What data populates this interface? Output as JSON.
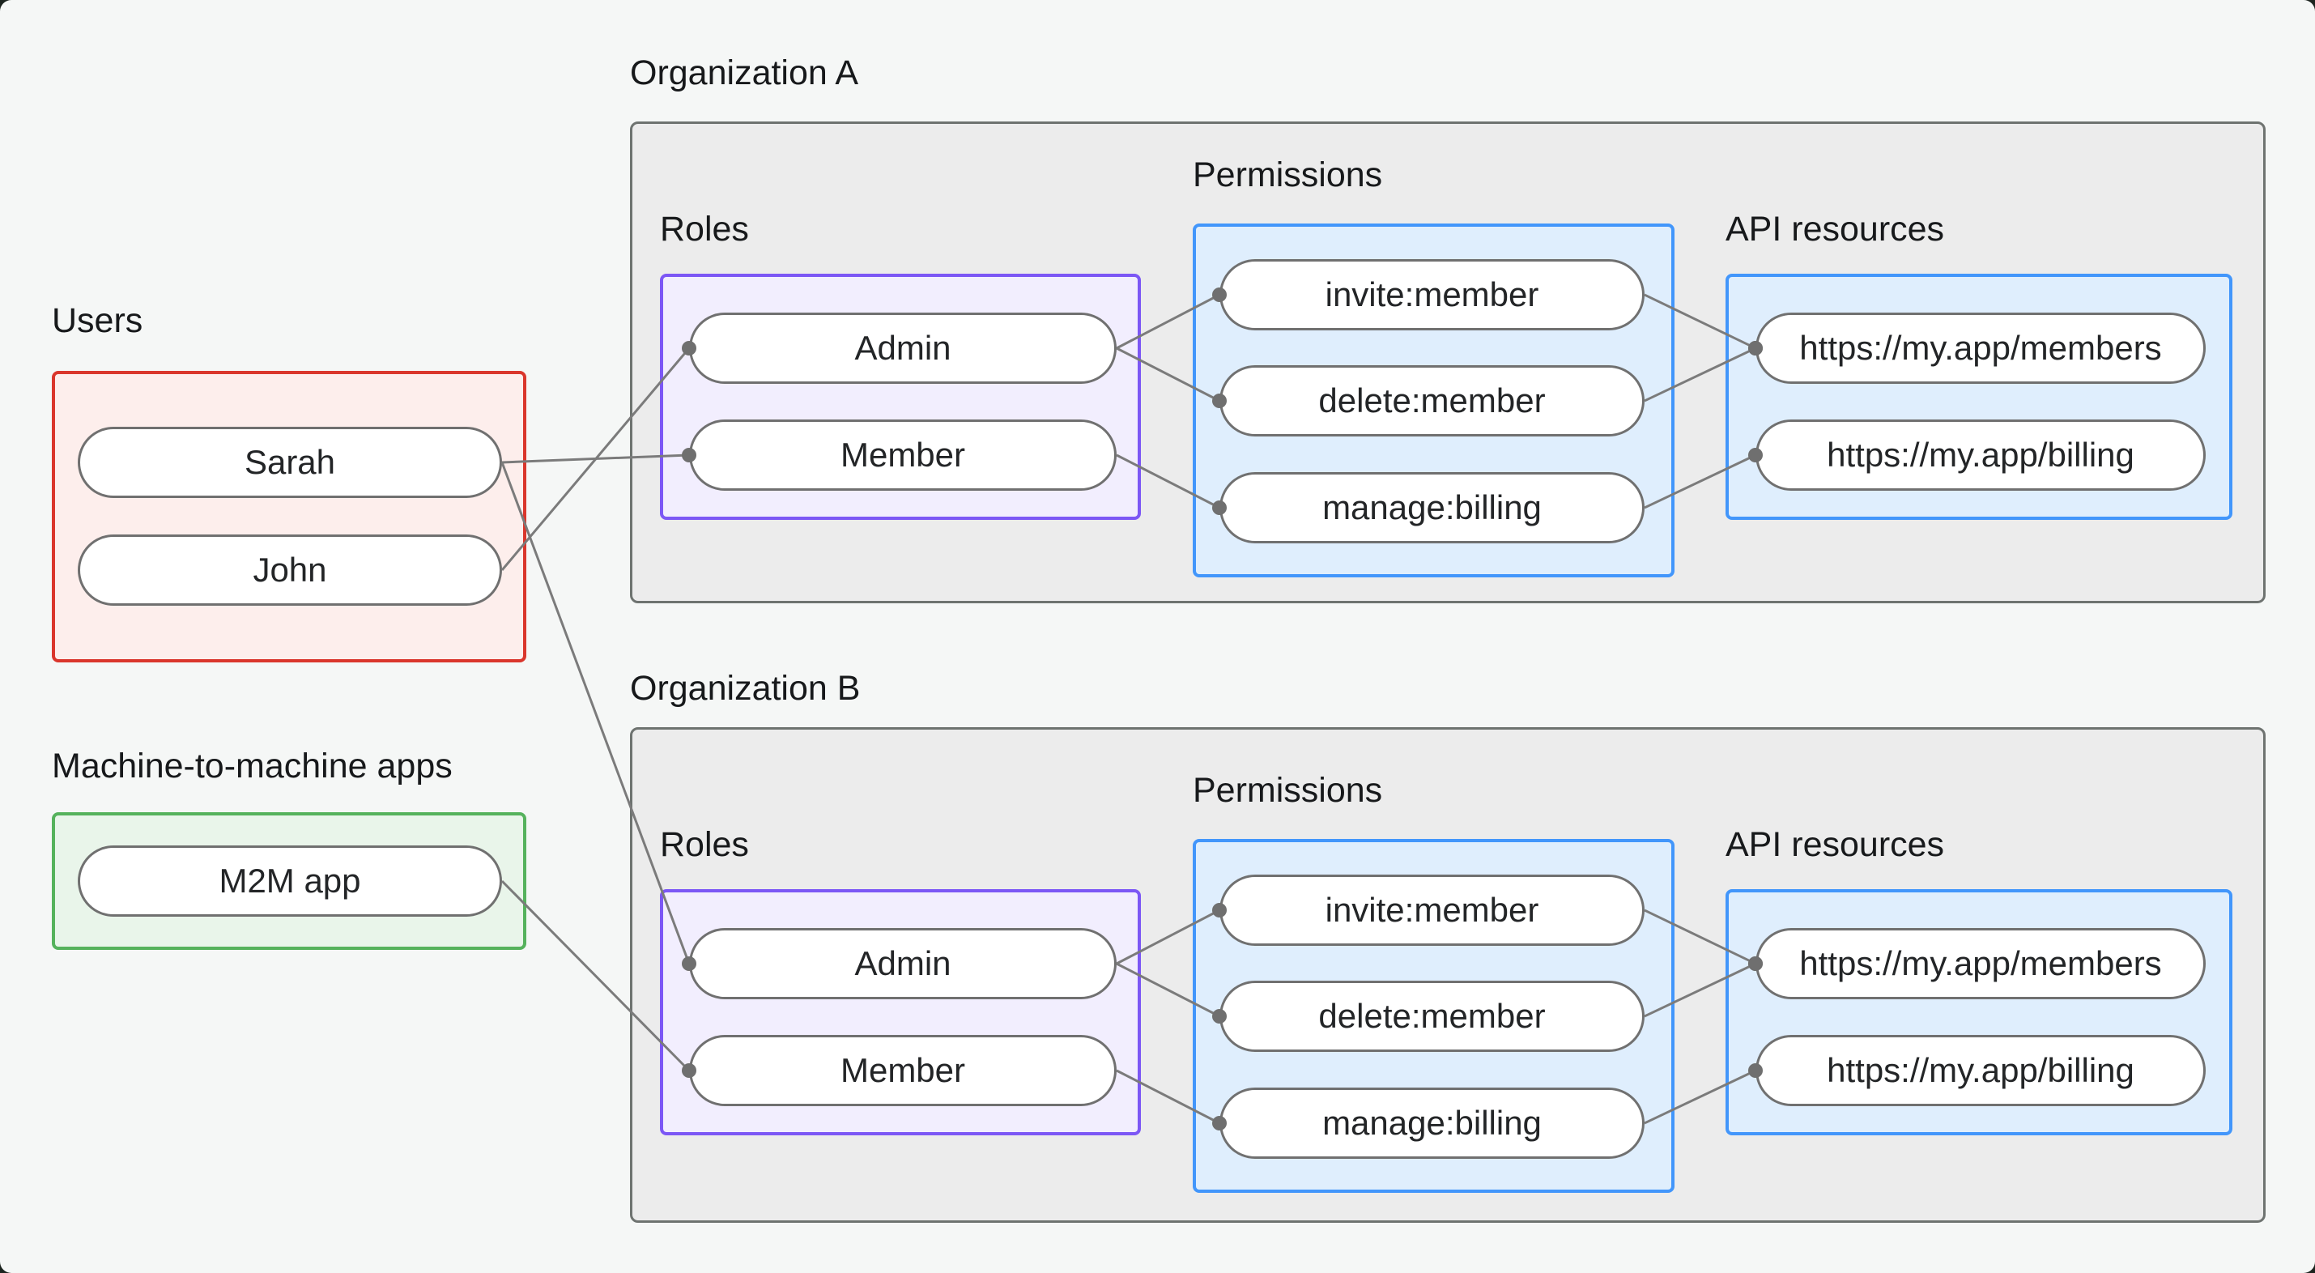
{
  "colors": {
    "surface": "#f5f7f6",
    "org_fill": "#ececec",
    "org_border": "#6e7370",
    "users_border": "#da362c",
    "users_fill": "#fdeeec",
    "m2m_border": "#55b25c",
    "m2m_fill": "#e9f5ea",
    "roles_border": "#7c57f5",
    "roles_fill": "#f2eefe",
    "blue_border": "#4296fb",
    "blue_fill": "#dfeefd",
    "pill_border": "#707070",
    "line": "#7b7b7b",
    "dot": "#6f6f6f"
  },
  "groups": {
    "users": {
      "label": "Users"
    },
    "m2m": {
      "label": "Machine-to-machine apps"
    },
    "org_a": {
      "title": "Organization A",
      "roles_label": "Roles",
      "permissions_label": "Permissions",
      "api_label": "API resources"
    },
    "org_b": {
      "title": "Organization B",
      "roles_label": "Roles",
      "permissions_label": "Permissions",
      "api_label": "API resources"
    }
  },
  "nodes": {
    "sarah": {
      "label": "Sarah"
    },
    "john": {
      "label": "John"
    },
    "m2m_app": {
      "label": "M2M app"
    },
    "org_a_admin": {
      "label": "Admin"
    },
    "org_a_member": {
      "label": "Member"
    },
    "org_a_invite": {
      "label": "invite:member"
    },
    "org_a_delete": {
      "label": "delete:member"
    },
    "org_a_manage": {
      "label": "manage:billing"
    },
    "org_a_members_api": {
      "label": "https://my.app/members"
    },
    "org_a_billing_api": {
      "label": "https://my.app/billing"
    },
    "org_b_admin": {
      "label": "Admin"
    },
    "org_b_member": {
      "label": "Member"
    },
    "org_b_invite": {
      "label": "invite:member"
    },
    "org_b_delete": {
      "label": "delete:member"
    },
    "org_b_manage": {
      "label": "manage:billing"
    },
    "org_b_members_api": {
      "label": "https://my.app/members"
    },
    "org_b_billing_api": {
      "label": "https://my.app/billing"
    }
  },
  "edges": [
    [
      "sarah",
      "org_a_member"
    ],
    [
      "john",
      "org_a_admin"
    ],
    [
      "sarah",
      "org_b_admin"
    ],
    [
      "m2m_app",
      "org_b_member"
    ],
    [
      "org_a_admin",
      "org_a_invite"
    ],
    [
      "org_a_admin",
      "org_a_delete"
    ],
    [
      "org_a_member",
      "org_a_manage"
    ],
    [
      "org_a_invite",
      "org_a_members_api"
    ],
    [
      "org_a_delete",
      "org_a_members_api"
    ],
    [
      "org_a_manage",
      "org_a_billing_api"
    ],
    [
      "org_b_admin",
      "org_b_invite"
    ],
    [
      "org_b_admin",
      "org_b_delete"
    ],
    [
      "org_b_member",
      "org_b_manage"
    ],
    [
      "org_b_invite",
      "org_b_members_api"
    ],
    [
      "org_b_delete",
      "org_b_members_api"
    ],
    [
      "org_b_manage",
      "org_b_billing_api"
    ]
  ]
}
